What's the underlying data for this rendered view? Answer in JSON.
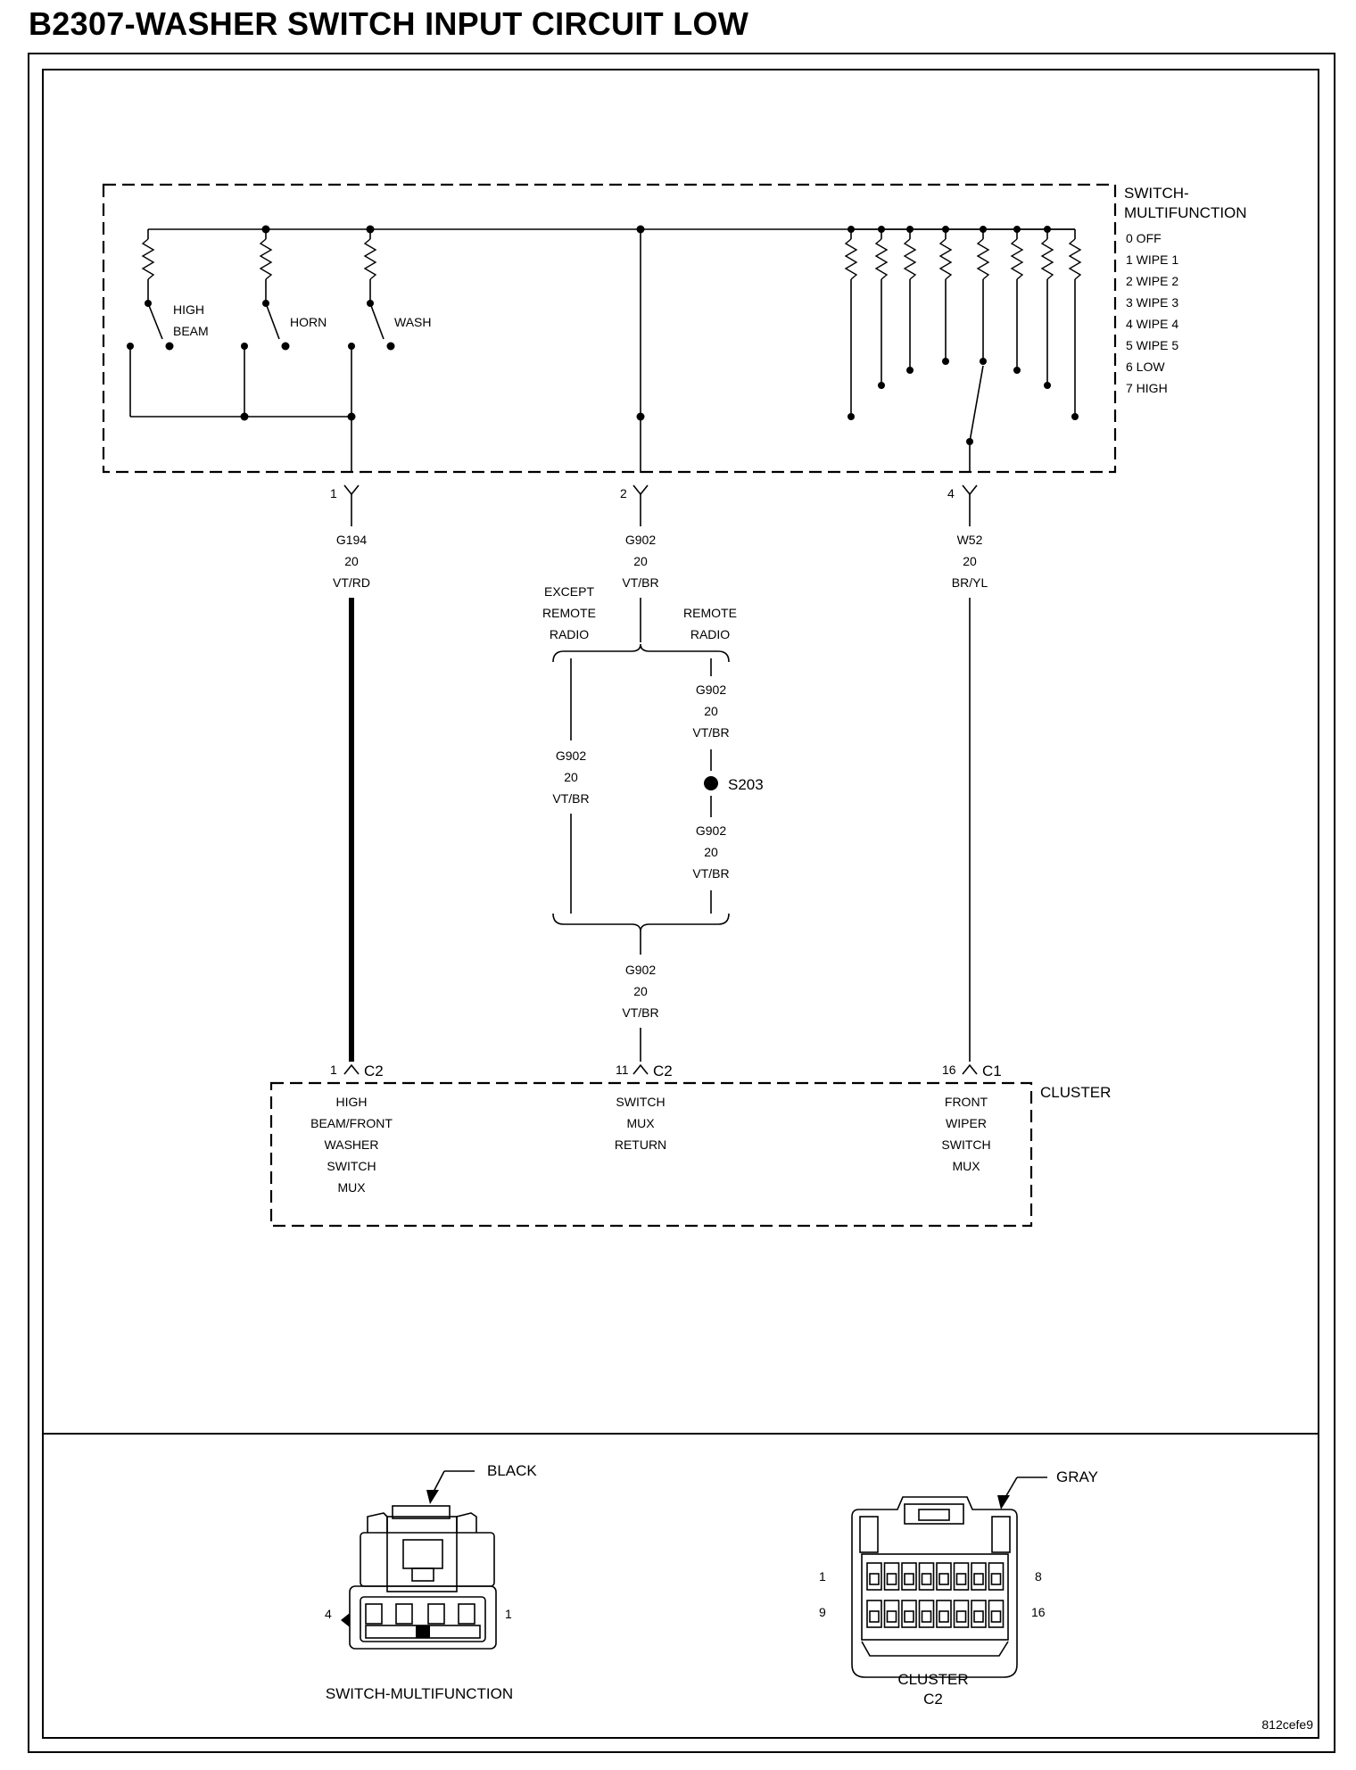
{
  "title": "B2307-WASHER SWITCH INPUT CIRCUIT LOW",
  "switch_mf": {
    "name_line1": "SWITCH-",
    "name_line2": "MULTIFUNCTION",
    "positions": [
      "0 OFF",
      "1 WIPE 1",
      "2 WIPE 2",
      "3 WIPE 3",
      "4 WIPE 4",
      "5 WIPE 5",
      "6 LOW",
      "7 HIGH"
    ],
    "switches": {
      "high_beam_line1": "HIGH",
      "high_beam_line2": "BEAM",
      "horn": "HORN",
      "wash": "WASH"
    }
  },
  "wires": {
    "left": {
      "pin": "1",
      "code": "G194",
      "gauge": "20",
      "color": "VT/RD"
    },
    "center": {
      "pin": "2",
      "code": "G902",
      "gauge": "20",
      "color": "VT/BR"
    },
    "right": {
      "pin": "4",
      "code": "W52",
      "gauge": "20",
      "color": "BR/YL"
    },
    "except_line1": "EXCEPT",
    "except_line2": "REMOTE",
    "except_line3": "RADIO",
    "remote_line1": "REMOTE",
    "remote_line2": "RADIO",
    "branch_left": {
      "code": "G902",
      "gauge": "20",
      "color": "VT/BR"
    },
    "branch_right_top": {
      "code": "G902",
      "gauge": "20",
      "color": "VT/BR"
    },
    "branch_right_bottom": {
      "code": "G902",
      "gauge": "20",
      "color": "VT/BR"
    },
    "splice": "S203",
    "merged": {
      "code": "G902",
      "gauge": "20",
      "color": "VT/BR"
    }
  },
  "cluster": {
    "name": "CLUSTER",
    "pins": [
      {
        "pin": "1",
        "conn": "C2",
        "l1": "HIGH",
        "l2": "BEAM/FRONT",
        "l3": "WASHER",
        "l4": "SWITCH",
        "l5": "MUX"
      },
      {
        "pin": "11",
        "conn": "C2",
        "l1": "SWITCH",
        "l2": "MUX",
        "l3": "RETURN"
      },
      {
        "pin": "16",
        "conn": "C1",
        "l1": "FRONT",
        "l2": "WIPER",
        "l3": "SWITCH",
        "l4": "MUX"
      }
    ]
  },
  "connectors": {
    "left": {
      "color_label": "BLACK",
      "name": "SWITCH-MULTIFUNCTION",
      "pin_left": "4",
      "pin_right": "1"
    },
    "right": {
      "color_label": "GRAY",
      "name_line1": "CLUSTER",
      "name_line2": "C2",
      "pin_tl": "1",
      "pin_tr": "8",
      "pin_bl": "9",
      "pin_br": "16"
    }
  },
  "figure_id": "812cefe9"
}
